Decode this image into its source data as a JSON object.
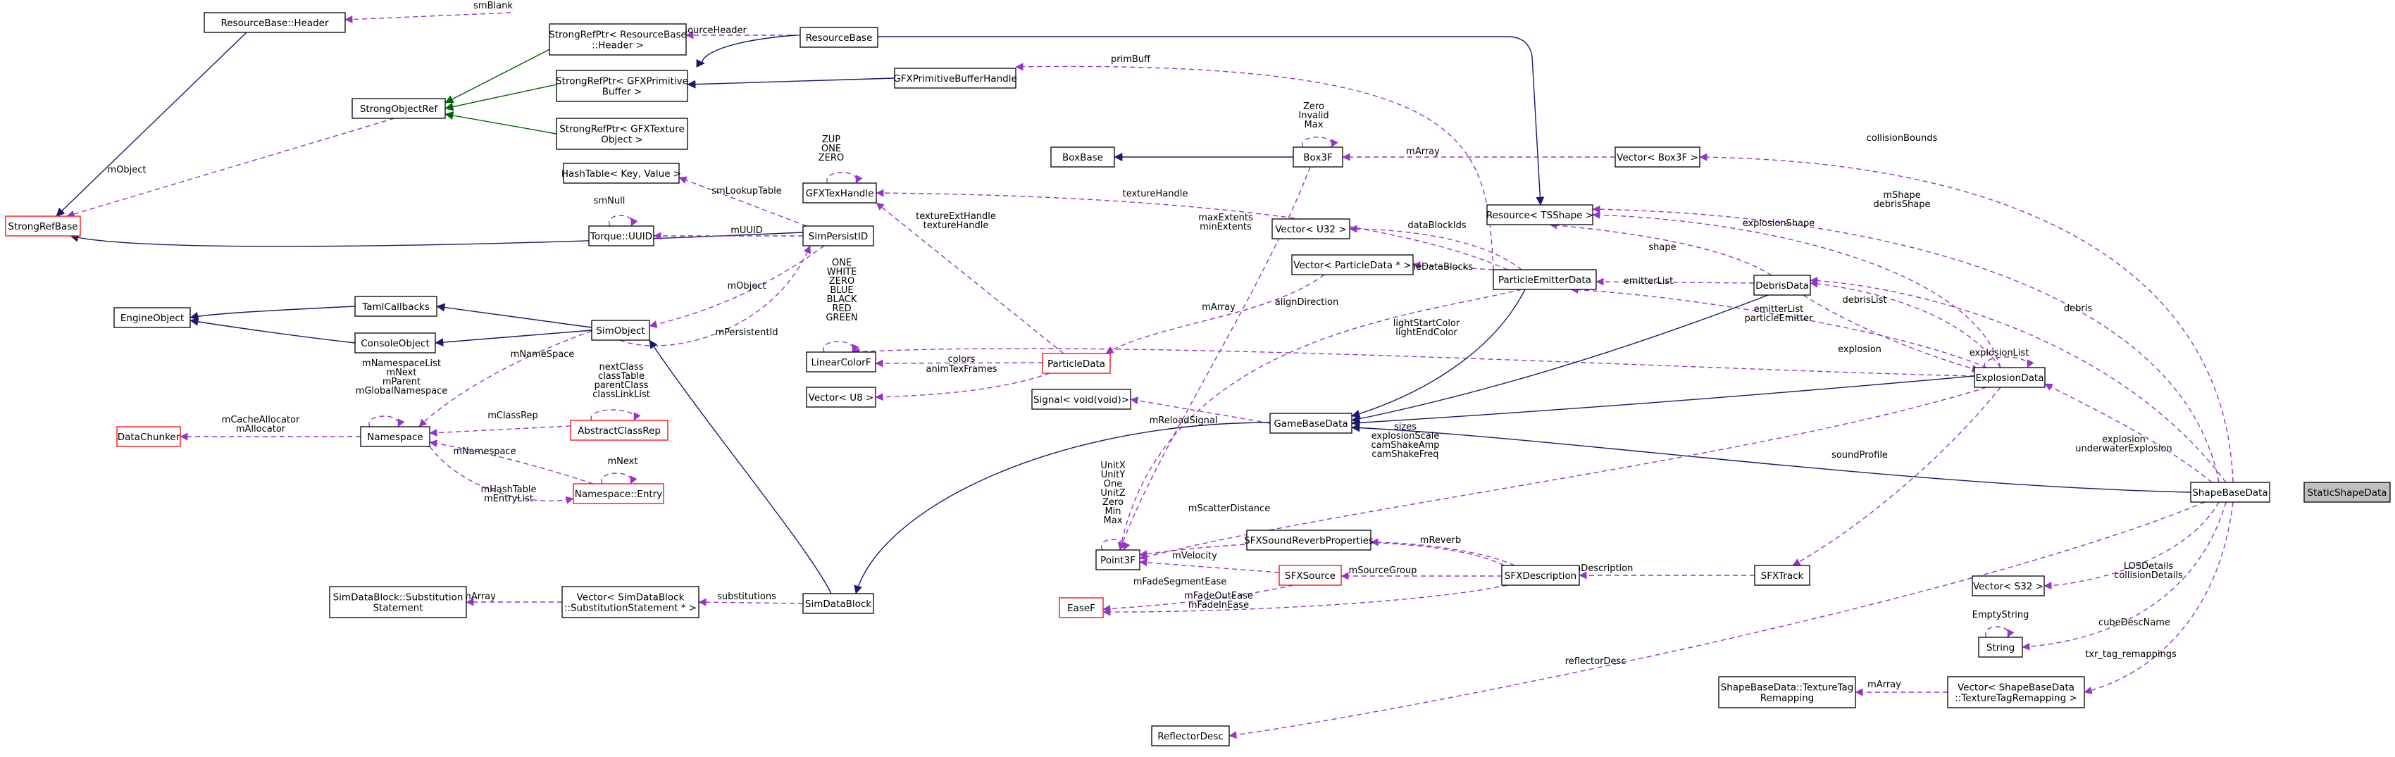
{
  "colors": {
    "inherit_public": "#191970",
    "inherit_protected": "#006400",
    "usage": "#9932cc",
    "node_border": "#000000",
    "node_border_undocumented": "#ff0000",
    "focus_fill": "#bfbfbf",
    "background": "#ffffff"
  },
  "nodes": [
    {
      "id": "ResourceBaseHeader",
      "lines": [
        "ResourceBase::Header"
      ]
    },
    {
      "id": "StrongRefPtrResBaseHeader",
      "lines": [
        "StrongRefPtr< ResourceBase",
        "::Header >"
      ]
    },
    {
      "id": "ResourceBase",
      "lines": [
        "ResourceBase"
      ]
    },
    {
      "id": "StrongObjectRef",
      "lines": [
        "StrongObjectRef"
      ]
    },
    {
      "id": "StrongRefPtrGFXPrimBuf",
      "lines": [
        "StrongRefPtr< GFXPrimitive",
        "Buffer >"
      ]
    },
    {
      "id": "GFXPrimitiveBufferHandle",
      "lines": [
        "GFXPrimitiveBufferHandle"
      ]
    },
    {
      "id": "StrongRefPtrGFXTexObj",
      "lines": [
        "StrongRefPtr< GFXTexture",
        "Object >"
      ]
    },
    {
      "id": "BoxBase",
      "lines": [
        "BoxBase"
      ]
    },
    {
      "id": "Box3F",
      "lines": [
        "Box3F"
      ]
    },
    {
      "id": "VectorBox3F",
      "lines": [
        "Vector< Box3F >"
      ]
    },
    {
      "id": "HashTable",
      "lines": [
        "HashTable< Key, Value >"
      ]
    },
    {
      "id": "GFXTexHandle",
      "lines": [
        "GFXTexHandle"
      ]
    },
    {
      "id": "ResourceTSShape",
      "lines": [
        "Resource< TSShape >"
      ]
    },
    {
      "id": "StrongRefBase",
      "lines": [
        "StrongRefBase"
      ],
      "undocumented": true
    },
    {
      "id": "TorqueUUID",
      "lines": [
        "Torque::UUID"
      ]
    },
    {
      "id": "SimPersistID",
      "lines": [
        "SimPersistID"
      ]
    },
    {
      "id": "VectorU32",
      "lines": [
        "Vector< U32 >"
      ]
    },
    {
      "id": "VectorParticleData",
      "lines": [
        "Vector< ParticleData * >"
      ]
    },
    {
      "id": "ParticleEmitterData",
      "lines": [
        "ParticleEmitterData"
      ]
    },
    {
      "id": "DebrisData",
      "lines": [
        "DebrisData"
      ]
    },
    {
      "id": "EngineObject",
      "lines": [
        "EngineObject"
      ]
    },
    {
      "id": "TamlCallbacks",
      "lines": [
        "TamlCallbacks"
      ]
    },
    {
      "id": "ConsoleObject",
      "lines": [
        "ConsoleObject"
      ]
    },
    {
      "id": "SimObject",
      "lines": [
        "SimObject"
      ]
    },
    {
      "id": "LinearColorF",
      "lines": [
        "LinearColorF"
      ]
    },
    {
      "id": "ParticleData",
      "lines": [
        "ParticleData"
      ],
      "undocumented": true
    },
    {
      "id": "ExplosionData",
      "lines": [
        "ExplosionData"
      ]
    },
    {
      "id": "VectorU8",
      "lines": [
        "Vector< U8 >"
      ]
    },
    {
      "id": "SignalVoid",
      "lines": [
        "Signal< void(void)>"
      ]
    },
    {
      "id": "GameBaseData",
      "lines": [
        "GameBaseData"
      ]
    },
    {
      "id": "DataChunker",
      "lines": [
        "DataChunker"
      ],
      "undocumented": true
    },
    {
      "id": "Namespace",
      "lines": [
        "Namespace"
      ]
    },
    {
      "id": "AbstractClassRep",
      "lines": [
        "AbstractClassRep"
      ],
      "undocumented": true
    },
    {
      "id": "NamespaceEntry",
      "lines": [
        "Namespace::Entry"
      ],
      "undocumented": true
    },
    {
      "id": "ShapeBaseData",
      "lines": [
        "ShapeBaseData"
      ]
    },
    {
      "id": "StaticShapeData",
      "lines": [
        "StaticShapeData"
      ],
      "focus": true
    },
    {
      "id": "SFXSoundReverbProperties",
      "lines": [
        "SFXSoundReverbProperties"
      ]
    },
    {
      "id": "Point3F",
      "lines": [
        "Point3F"
      ]
    },
    {
      "id": "SFXSource",
      "lines": [
        "SFXSource"
      ],
      "undocumented": true
    },
    {
      "id": "SFXDescription",
      "lines": [
        "SFXDescription"
      ]
    },
    {
      "id": "SFXTrack",
      "lines": [
        "SFXTrack"
      ]
    },
    {
      "id": "VectorS32",
      "lines": [
        "Vector< S32 >"
      ]
    },
    {
      "id": "SimDataBlockSubst",
      "lines": [
        "SimDataBlock::Substitution",
        "Statement"
      ]
    },
    {
      "id": "VectorSubst",
      "lines": [
        "Vector< SimDataBlock",
        "::SubstitutionStatement * >"
      ]
    },
    {
      "id": "SimDataBlock",
      "lines": [
        "SimDataBlock"
      ]
    },
    {
      "id": "EaseF",
      "lines": [
        "EaseF"
      ],
      "undocumented": true
    },
    {
      "id": "String",
      "lines": [
        "String"
      ]
    },
    {
      "id": "TextureTagRemapping",
      "lines": [
        "ShapeBaseData::TextureTag",
        "Remapping"
      ]
    },
    {
      "id": "VectorTextureTagRemapping",
      "lines": [
        "Vector< ShapeBaseData",
        "::TextureTagRemapping >"
      ]
    },
    {
      "id": "ReflectorDesc",
      "lines": [
        "ReflectorDesc"
      ]
    }
  ],
  "edges": [
    {
      "id": "e1",
      "kind": "usage",
      "labels": [
        "smBlank"
      ]
    },
    {
      "id": "e2",
      "kind": "usage",
      "labels": [
        "mResourceHeader"
      ]
    },
    {
      "id": "e3",
      "kind": "inherit_public",
      "labels": []
    },
    {
      "id": "e4",
      "kind": "inherit_protected",
      "labels": []
    },
    {
      "id": "e5",
      "kind": "inherit_protected",
      "labels": []
    },
    {
      "id": "e6",
      "kind": "inherit_protected",
      "labels": []
    },
    {
      "id": "e7",
      "kind": "inherit_public",
      "labels": []
    },
    {
      "id": "e8",
      "kind": "inherit_public",
      "labels": []
    },
    {
      "id": "e9",
      "kind": "inherit_public",
      "labels": []
    },
    {
      "id": "e10",
      "kind": "inherit_public",
      "labels": []
    },
    {
      "id": "e11",
      "kind": "inherit_public",
      "labels": []
    },
    {
      "id": "e12",
      "kind": "usage",
      "labels": [
        "mObject"
      ]
    },
    {
      "id": "e13",
      "kind": "usage",
      "labels": [
        "primBuff"
      ]
    },
    {
      "id": "e14",
      "kind": "usage",
      "labels": [
        "Zero",
        "Invalid",
        "Max"
      ]
    },
    {
      "id": "e15",
      "kind": "usage",
      "labels": [
        "mArray"
      ]
    },
    {
      "id": "e16",
      "kind": "usage",
      "labels": [
        "ZUP",
        "ONE",
        "ZERO"
      ]
    },
    {
      "id": "e17",
      "kind": "usage",
      "labels": [
        "smLookupTable"
      ]
    },
    {
      "id": "e18",
      "kind": "usage",
      "labels": [
        "smNull"
      ]
    },
    {
      "id": "e19",
      "kind": "usage",
      "labels": [
        "mUUID"
      ]
    },
    {
      "id": "e20",
      "kind": "usage",
      "labels": [
        "textureHandle"
      ]
    },
    {
      "id": "e21",
      "kind": "usage",
      "labels": [
        "textureExtHandle",
        "textureHandle"
      ]
    },
    {
      "id": "e22",
      "kind": "usage",
      "labels": [
        "maxExtents",
        "minExtents"
      ]
    },
    {
      "id": "e23",
      "kind": "usage",
      "labels": [
        "collisionBounds"
      ]
    },
    {
      "id": "e24",
      "kind": "usage",
      "labels": [
        "mShape",
        "debrisShape"
      ]
    },
    {
      "id": "e25",
      "kind": "usage",
      "labels": [
        "shape"
      ]
    },
    {
      "id": "e26",
      "kind": "usage",
      "labels": [
        "explosionShape"
      ]
    },
    {
      "id": "e27",
      "kind": "usage",
      "labels": [
        "dataBlockIds"
      ]
    },
    {
      "id": "e28",
      "kind": "usage",
      "labels": [
        "particleDataBlocks"
      ]
    },
    {
      "id": "e29",
      "kind": "usage",
      "labels": [
        "mArray"
      ]
    },
    {
      "id": "e30",
      "kind": "usage",
      "labels": [
        "emitterList"
      ]
    },
    {
      "id": "e31",
      "kind": "usage",
      "labels": [
        "emitterList",
        "particleEmitter"
      ]
    },
    {
      "id": "e32",
      "kind": "usage",
      "labels": [
        "debrisList"
      ]
    },
    {
      "id": "e33",
      "kind": "usage",
      "labels": [
        "explosion"
      ]
    },
    {
      "id": "e34",
      "kind": "usage",
      "labels": [
        "debris"
      ]
    },
    {
      "id": "e35",
      "kind": "usage",
      "labels": [
        "explosionList"
      ]
    },
    {
      "id": "e36",
      "kind": "usage",
      "labels": [
        "explosion",
        "underwaterExplosion"
      ]
    },
    {
      "id": "e37",
      "kind": "usage",
      "labels": [
        "mObject"
      ]
    },
    {
      "id": "e38",
      "kind": "usage",
      "labels": [
        "mPersistentId"
      ]
    },
    {
      "id": "e39",
      "kind": "usage",
      "labels": [
        "ONE",
        "WHITE",
        "ZERO",
        "BLUE",
        "BLACK",
        "RED",
        "GREEN"
      ]
    },
    {
      "id": "e40",
      "kind": "usage",
      "labels": [
        "colors"
      ]
    },
    {
      "id": "e41",
      "kind": "usage",
      "labels": [
        "animTexFrames"
      ]
    },
    {
      "id": "e42",
      "kind": "usage",
      "labels": [
        "lightStartColor",
        "lightEndColor"
      ]
    },
    {
      "id": "e43",
      "kind": "usage",
      "labels": [
        "alignDirection"
      ]
    },
    {
      "id": "e44",
      "kind": "usage",
      "labels": [
        "mNameSpace"
      ]
    },
    {
      "id": "e45",
      "kind": "usage",
      "labels": [
        "mNamespaceList",
        "mNext",
        "mParent",
        "mGlobalNamespace"
      ]
    },
    {
      "id": "e46",
      "kind": "usage",
      "labels": [
        "mCacheAllocator",
        "mAllocator"
      ]
    },
    {
      "id": "e47",
      "kind": "usage",
      "labels": [
        "mClassRep"
      ]
    },
    {
      "id": "e48",
      "kind": "usage",
      "labels": [
        "nextClass",
        "classTable",
        "parentClass",
        "classLinkList"
      ]
    },
    {
      "id": "e49",
      "kind": "usage",
      "labels": [
        "mNamespace"
      ]
    },
    {
      "id": "e50",
      "kind": "usage",
      "labels": [
        "mNext"
      ]
    },
    {
      "id": "e51",
      "kind": "usage",
      "labels": [
        "mHashTable",
        "mEntryList"
      ]
    },
    {
      "id": "e52",
      "kind": "usage",
      "labels": [
        "mReloadSignal"
      ]
    },
    {
      "id": "e53",
      "kind": "inherit_public",
      "labels": []
    },
    {
      "id": "e54",
      "kind": "inherit_public",
      "labels": []
    },
    {
      "id": "e55",
      "kind": "inherit_public",
      "labels": []
    },
    {
      "id": "e56",
      "kind": "inherit_public",
      "labels": []
    },
    {
      "id": "e57",
      "kind": "inherit_public",
      "labels": []
    },
    {
      "id": "e58",
      "kind": "inherit_public",
      "labels": []
    },
    {
      "id": "e59",
      "kind": "inherit_public",
      "labels": []
    },
    {
      "id": "e60",
      "kind": "inherit_public",
      "labels": []
    },
    {
      "id": "e61",
      "kind": "inherit_public",
      "labels": []
    },
    {
      "id": "e62",
      "kind": "inherit_public",
      "labels": []
    },
    {
      "id": "e63",
      "kind": "usage",
      "labels": [
        "sizes",
        "explosionScale",
        "camShakeAmp",
        "camShakeFreq"
      ]
    },
    {
      "id": "e64",
      "kind": "usage",
      "labels": [
        "UnitX",
        "UnitY",
        "One",
        "UnitZ",
        "Zero",
        "Min",
        "Max"
      ]
    },
    {
      "id": "e65",
      "kind": "usage",
      "labels": [
        "mScatterDistance"
      ]
    },
    {
      "id": "e66",
      "kind": "usage",
      "labels": [
        "mVelocity"
      ]
    },
    {
      "id": "e67",
      "kind": "usage",
      "labels": [
        "mReverb"
      ]
    },
    {
      "id": "e68",
      "kind": "usage",
      "labels": [
        "mSourceGroup"
      ]
    },
    {
      "id": "e69",
      "kind": "usage",
      "labels": [
        "mDescription"
      ]
    },
    {
      "id": "e70",
      "kind": "usage",
      "labels": [
        "soundProfile"
      ]
    },
    {
      "id": "e71",
      "kind": "usage",
      "labels": [
        "mFadeSegmentEase"
      ]
    },
    {
      "id": "e72",
      "kind": "usage",
      "labels": [
        "mFadeOutEase",
        "mFadeInEase"
      ]
    },
    {
      "id": "e73",
      "kind": "usage",
      "labels": [
        "mArray"
      ]
    },
    {
      "id": "e74",
      "kind": "usage",
      "labels": [
        "substitutions"
      ]
    },
    {
      "id": "e75",
      "kind": "usage",
      "labels": [
        "LOSDetails",
        "collisionDetails"
      ]
    },
    {
      "id": "e76",
      "kind": "usage",
      "labels": [
        "cubeDescName"
      ]
    },
    {
      "id": "e77",
      "kind": "usage",
      "labels": [
        "EmptyString"
      ]
    },
    {
      "id": "e78",
      "kind": "usage",
      "labels": [
        "mArray"
      ]
    },
    {
      "id": "e79",
      "kind": "usage",
      "labels": [
        "txr_tag_remappings"
      ]
    },
    {
      "id": "e80",
      "kind": "usage",
      "labels": [
        "reflectorDesc"
      ]
    }
  ]
}
